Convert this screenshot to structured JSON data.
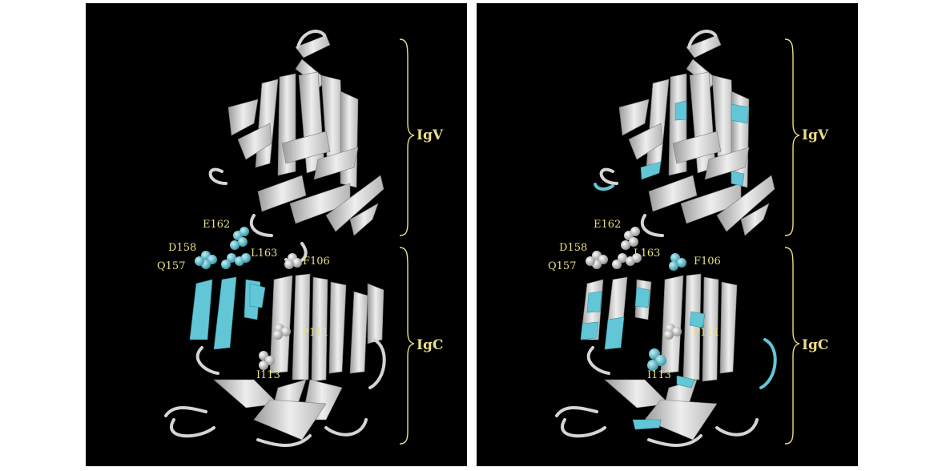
{
  "panels": [
    {
      "residues": {
        "e162": "E162",
        "d158": "D158",
        "l163": "L163",
        "q157": "Q157",
        "f106": "F106",
        "p111": "P111",
        "i113": "I113"
      },
      "domains": {
        "igv": "IgV",
        "igc": "IgC"
      }
    },
    {
      "residues": {
        "e162": "E162",
        "d158": "D158",
        "l163": "L163",
        "q157": "Q157",
        "f106": "F106",
        "p111": "P111",
        "i113": "I113"
      },
      "domains": {
        "igv": "IgV",
        "igc": "IgC"
      }
    }
  ],
  "colors": {
    "background": "#000000",
    "ribbon": "#d9d9d9",
    "highlight": "#62c6d6",
    "label": "#e9df86",
    "bracket": "#e9df86"
  }
}
